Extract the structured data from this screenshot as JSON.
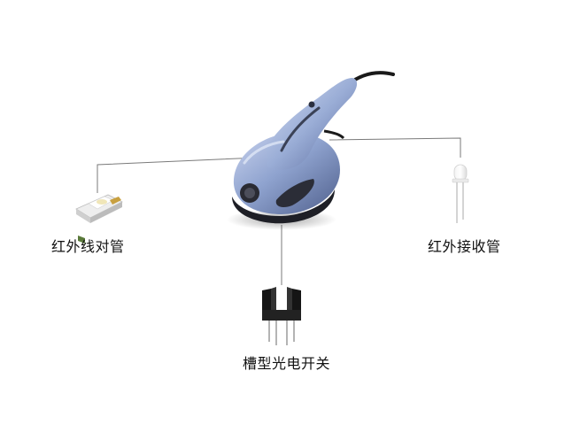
{
  "labels": {
    "ir_pair": "红外线对管",
    "ir_receiver": "红外接收管",
    "slot_switch": "槽型光电开关"
  },
  "colors": {
    "device_body": "#8fa3cf",
    "device_dark": "#1e1f26",
    "leader_line": "#7a7a7a"
  },
  "icons": {
    "device": "handheld-scanner-mouse",
    "ir_pair": "smd-ir-led",
    "ir_receiver": "ir-receiver-led",
    "slot_switch": "slot-optical-switch"
  }
}
